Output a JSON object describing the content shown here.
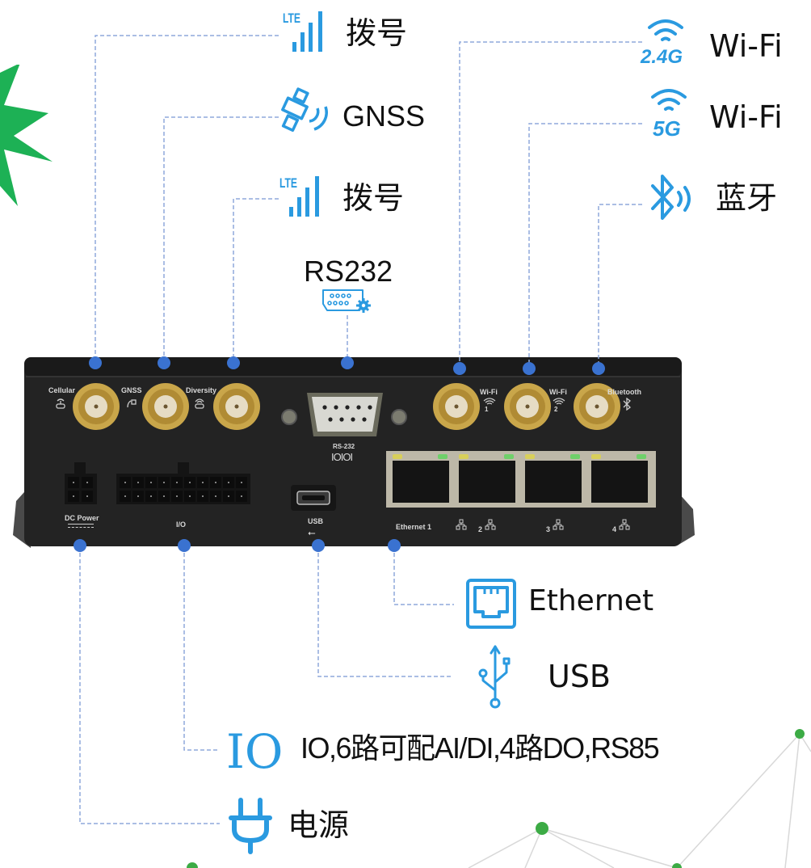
{
  "colors": {
    "accent": "#2a9ae0",
    "connector_line": "#8fa9dc",
    "connector_dot": "#3a72d0",
    "starburst": "#1db155",
    "network_node": "#3cab45",
    "device_body": "#232323",
    "antenna_gold": "#c9a64a",
    "text": "#111111"
  },
  "callouts_top_left": [
    {
      "id": "cellular",
      "icon": "lte-signal-icon",
      "label": "拨号"
    },
    {
      "id": "gnss",
      "icon": "satellite-icon",
      "label": "GNSS"
    },
    {
      "id": "diversity",
      "icon": "lte-signal-icon",
      "label": "拨号"
    }
  ],
  "callout_rs232": {
    "icon": "serial-port-gear-icon",
    "label": "RS232"
  },
  "callouts_top_right": [
    {
      "id": "wifi1",
      "icon": "wifi-icon",
      "band": "2.4G",
      "label": "Wi-Fi"
    },
    {
      "id": "wifi2",
      "icon": "wifi-icon",
      "band": "5G",
      "label": "Wi-Fi"
    },
    {
      "id": "bluetooth",
      "icon": "bluetooth-icon",
      "label": "蓝牙"
    }
  ],
  "callouts_bottom": [
    {
      "id": "ethernet",
      "icon": "ethernet-port-icon",
      "label": "Ethernet"
    },
    {
      "id": "usb",
      "icon": "usb-icon",
      "label": "USB"
    },
    {
      "id": "io",
      "icon": "io-icon",
      "icon_text": "IO",
      "label": "IO,6路可配AI/DI,4路DO,RS85"
    },
    {
      "id": "power",
      "icon": "power-plug-icon",
      "label": "电源"
    }
  ],
  "device": {
    "port_labels": {
      "cellular": "Cellular",
      "gnss": "GNSS",
      "diversity": "Diversity",
      "rs232": "RS-232",
      "rs232_symbol": "IOIOI",
      "wifi1": "Wi-Fi",
      "wifi1_num": "1",
      "wifi2": "Wi-Fi",
      "wifi2_num": "2",
      "bluetooth": "Bluetooth",
      "dc_power": "DC Power",
      "io": "I/O",
      "usb": "USB",
      "ethernet1": "Ethernet 1",
      "ethernet2": "2",
      "ethernet3": "3",
      "ethernet4": "4"
    }
  }
}
